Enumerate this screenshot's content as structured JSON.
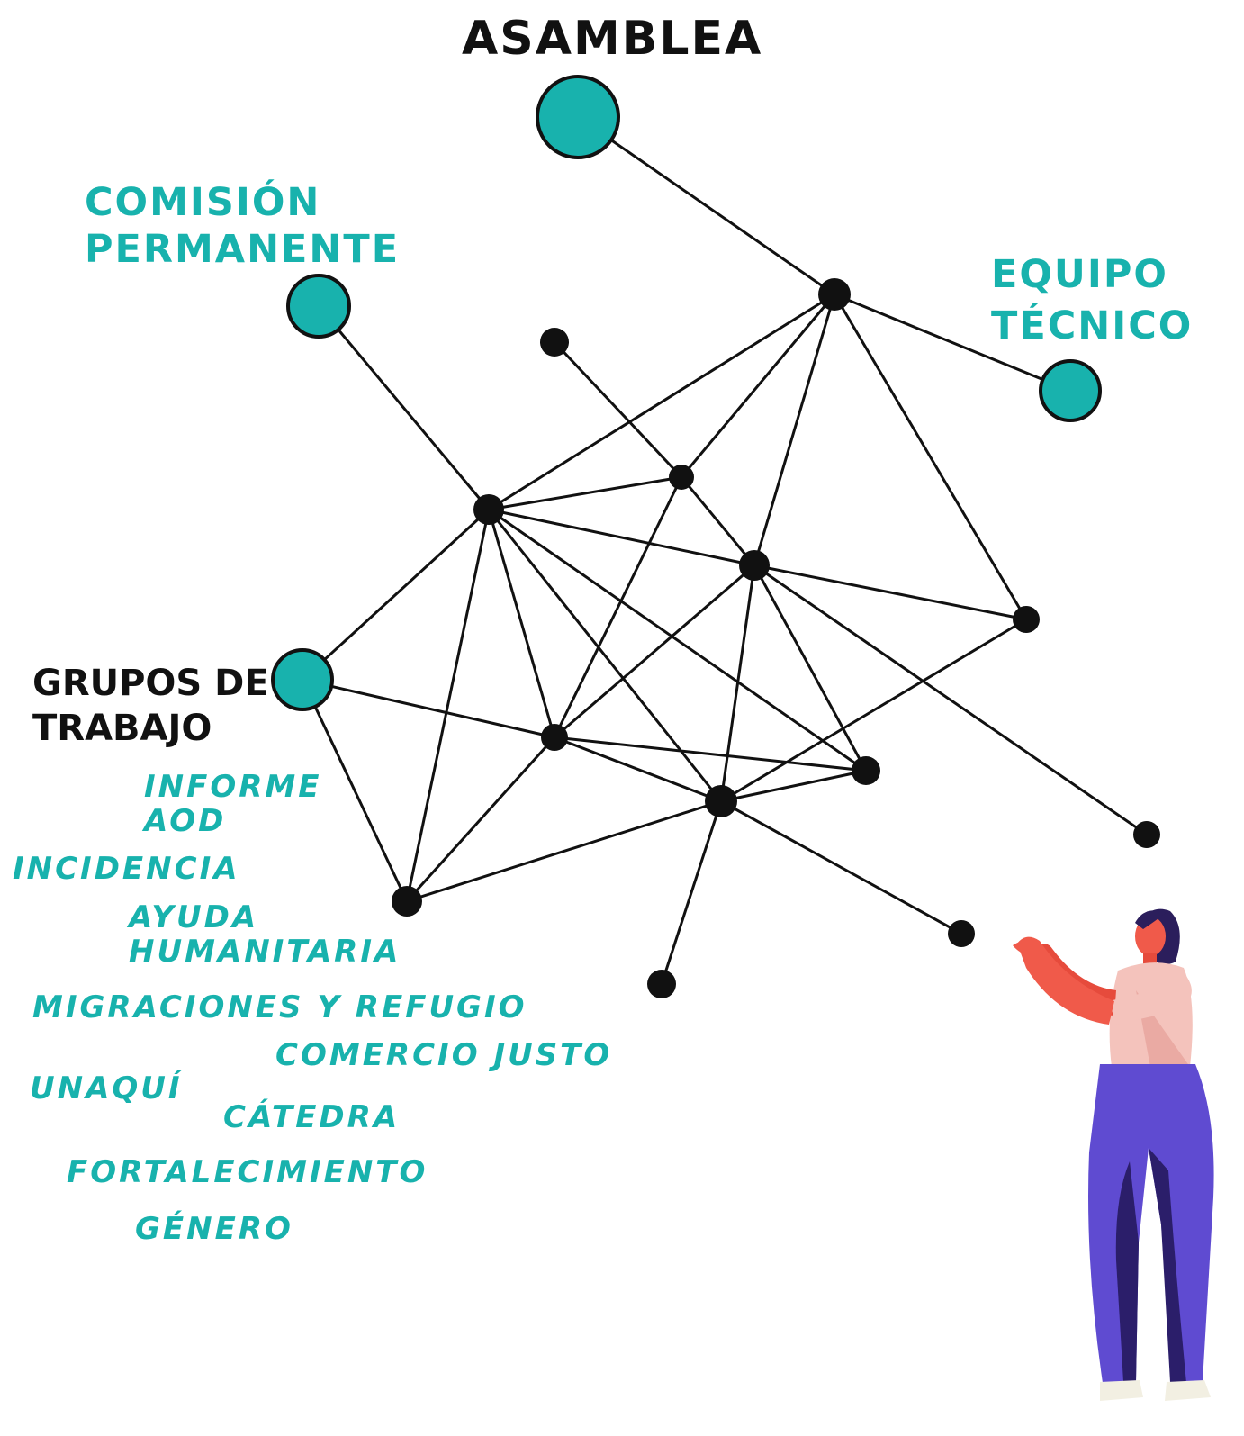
{
  "title": "ASAMBLEA",
  "comision": {
    "line1": "COMISIÓN",
    "line2": "PERMANENTE"
  },
  "equipo": {
    "line1": "EQUIPO",
    "line2": "TÉCNICO"
  },
  "grupos": {
    "line1": "GRUPOS DE",
    "line2": "TRABAJO"
  },
  "groups": [
    {
      "line1": "INFORME",
      "line2": "AOD"
    },
    {
      "line1": "INCIDENCIA"
    },
    {
      "line1": "AYUDA",
      "line2": "HUMANITARIA"
    },
    {
      "line1": "MIGRACIONES Y REFUGIO"
    },
    {
      "line1": "COMERCIO JUSTO"
    },
    {
      "line1": "UNAQUÍ"
    },
    {
      "line1": "CÁTEDRA"
    },
    {
      "line1": "FORTALECIMIENTO"
    },
    {
      "line1": "GÉNERO"
    }
  ],
  "colors": {
    "accent": "#18b2ad",
    "node": "#111111",
    "edge": "#111111"
  },
  "illustration": "woman-presenting-figure"
}
